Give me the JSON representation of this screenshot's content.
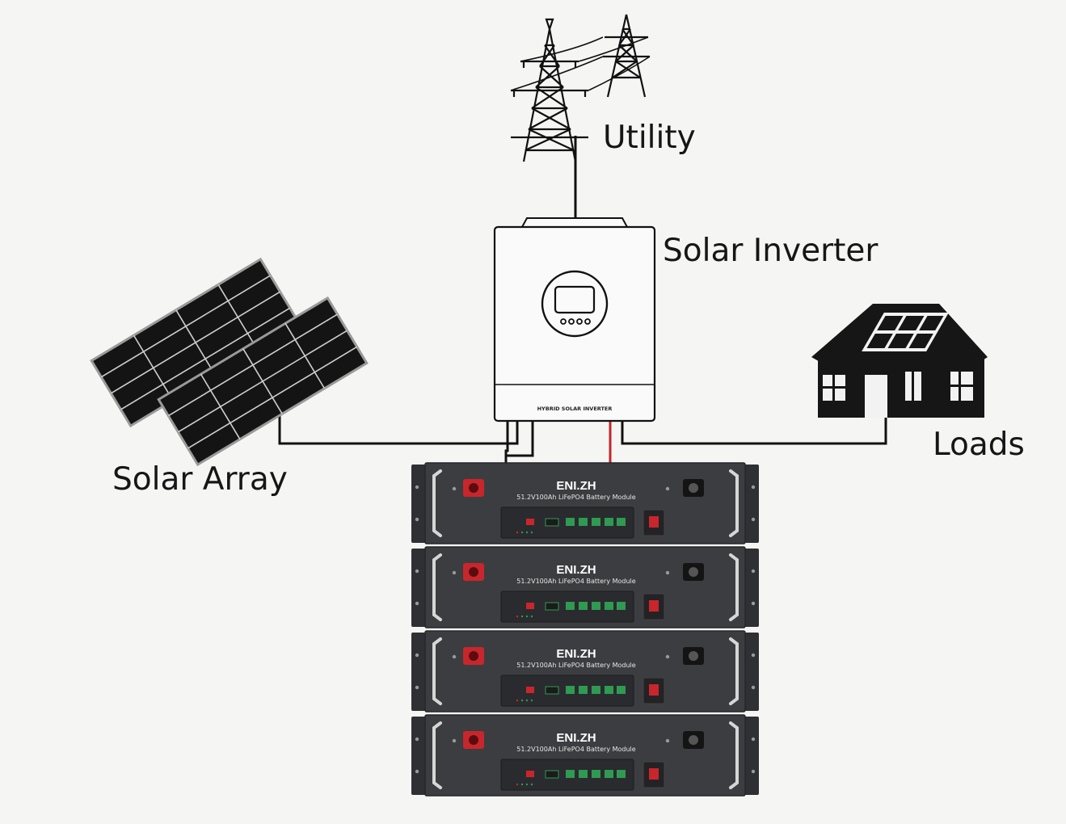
{
  "labels": {
    "utility": "Utility",
    "inverter": "Solar Inverter",
    "loads": "Loads",
    "solar_array": "Solar Array"
  },
  "inverter": {
    "panel_text": "HYBRID SOLAR INVERTER"
  },
  "battery": {
    "brand": "ENI.ZH",
    "subtitle": "51.2V100Ah LiFePO4 Battery Module",
    "module_count": 4
  },
  "colors": {
    "background": "#f5f5f4",
    "line": "#111111",
    "battery_body": "#3c3d40",
    "positive_terminal": "#c8262c",
    "led_green": "#2f9a52",
    "red_cable": "#c0282c"
  }
}
